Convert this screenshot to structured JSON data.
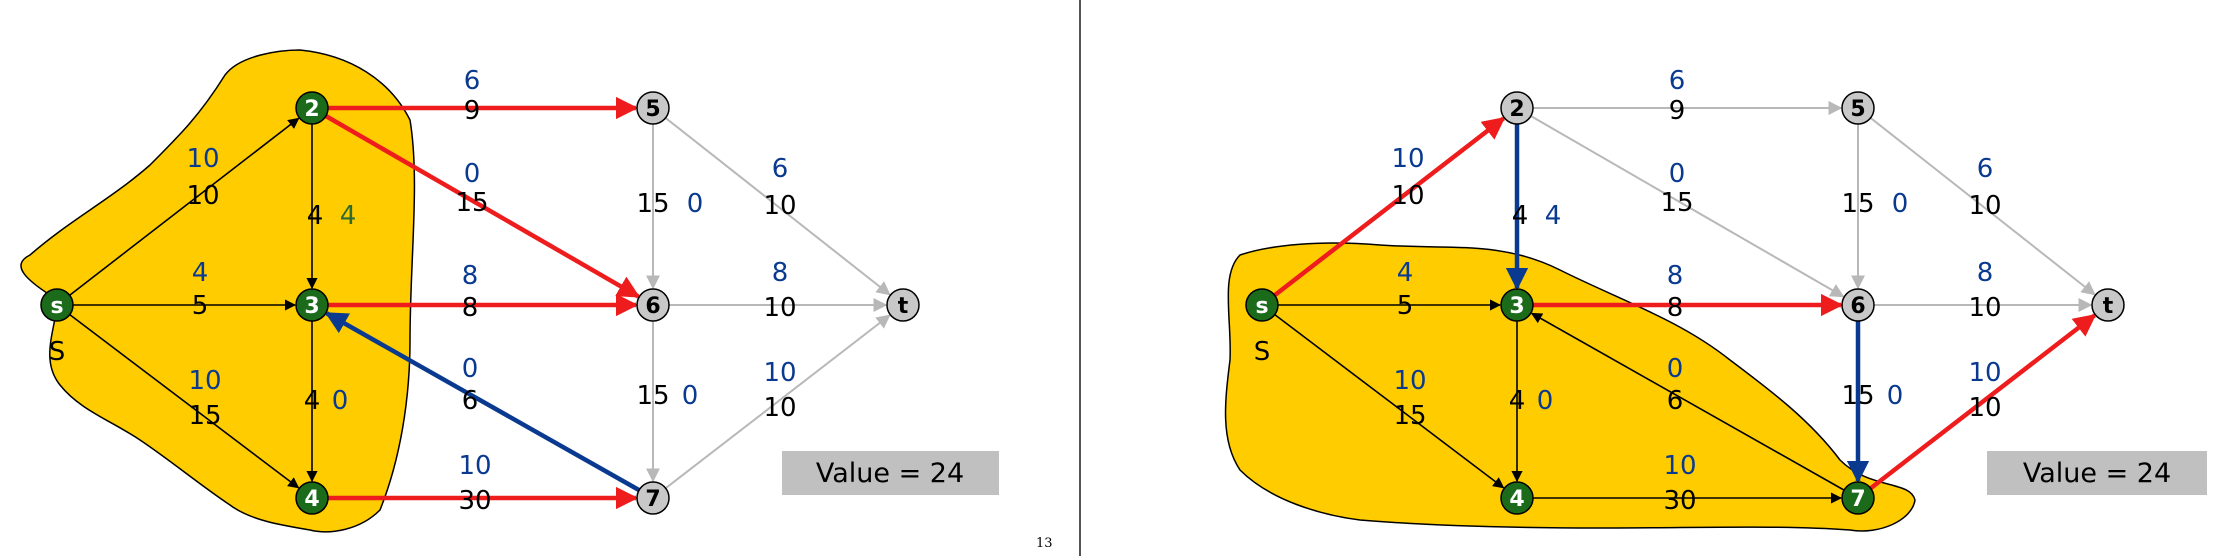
{
  "colors": {
    "cut_fill": "#FFCC00",
    "source_side_node": "#1B6B1B",
    "sink_side_node": "#C8C8C8",
    "forward_edge": "#EE1C1C",
    "backward_edge": "#0A3A8F",
    "grey_edge": "#B8B8B8",
    "black_edge": "#000000",
    "flow_text": "#0A3A8F",
    "flow_text_green": "#2E6B2E",
    "capacity_text": "#000000",
    "value_box": "#C0C0C0"
  },
  "page_number": "13",
  "panels": [
    {
      "id": "left",
      "value_label": "Value = 24",
      "source_caption": "S",
      "nodes": [
        {
          "id": "s",
          "label": "s",
          "side": "S"
        },
        {
          "id": "2",
          "label": "2",
          "side": "S"
        },
        {
          "id": "3",
          "label": "3",
          "side": "S"
        },
        {
          "id": "4",
          "label": "4",
          "side": "S"
        },
        {
          "id": "5",
          "label": "5",
          "side": "T"
        },
        {
          "id": "6",
          "label": "6",
          "side": "T"
        },
        {
          "id": "7",
          "label": "7",
          "side": "T"
        },
        {
          "id": "t",
          "label": "t",
          "side": "T"
        }
      ],
      "edges": [
        {
          "from": "s",
          "to": "2",
          "flow": "10",
          "cap": "10",
          "style": "black"
        },
        {
          "from": "s",
          "to": "3",
          "flow": "4",
          "cap": "5",
          "style": "black"
        },
        {
          "from": "s",
          "to": "4",
          "flow": "10",
          "cap": "15",
          "style": "black"
        },
        {
          "from": "2",
          "to": "3",
          "flow": "4",
          "cap": "4",
          "style": "black",
          "flow_color": "green"
        },
        {
          "from": "3",
          "to": "4",
          "flow": "0",
          "cap": "4",
          "style": "black"
        },
        {
          "from": "2",
          "to": "5",
          "flow": "6",
          "cap": "9",
          "style": "red"
        },
        {
          "from": "2",
          "to": "6",
          "flow": "0",
          "cap": "15",
          "style": "red"
        },
        {
          "from": "3",
          "to": "6",
          "flow": "8",
          "cap": "8",
          "style": "red"
        },
        {
          "from": "7",
          "to": "3",
          "flow": "0",
          "cap": "6",
          "style": "blue"
        },
        {
          "from": "4",
          "to": "7",
          "flow": "10",
          "cap": "30",
          "style": "red"
        },
        {
          "from": "5",
          "to": "6",
          "flow": "0",
          "cap": "15",
          "style": "grey"
        },
        {
          "from": "5",
          "to": "t",
          "flow": "6",
          "cap": "10",
          "style": "grey"
        },
        {
          "from": "6",
          "to": "t",
          "flow": "8",
          "cap": "10",
          "style": "grey"
        },
        {
          "from": "6",
          "to": "7",
          "flow": "0",
          "cap": "15",
          "style": "grey"
        },
        {
          "from": "7",
          "to": "t",
          "flow": "10",
          "cap": "10",
          "style": "grey"
        }
      ]
    },
    {
      "id": "right",
      "value_label": "Value = 24",
      "source_caption": "S",
      "nodes": [
        {
          "id": "s",
          "label": "s",
          "side": "S"
        },
        {
          "id": "2",
          "label": "2",
          "side": "T"
        },
        {
          "id": "3",
          "label": "3",
          "side": "S"
        },
        {
          "id": "4",
          "label": "4",
          "side": "S"
        },
        {
          "id": "5",
          "label": "5",
          "side": "T"
        },
        {
          "id": "6",
          "label": "6",
          "side": "T"
        },
        {
          "id": "7",
          "label": "7",
          "side": "S"
        },
        {
          "id": "t",
          "label": "t",
          "side": "T"
        }
      ],
      "edges": [
        {
          "from": "s",
          "to": "2",
          "flow": "10",
          "cap": "10",
          "style": "red"
        },
        {
          "from": "s",
          "to": "3",
          "flow": "4",
          "cap": "5",
          "style": "black"
        },
        {
          "from": "s",
          "to": "4",
          "flow": "10",
          "cap": "15",
          "style": "black"
        },
        {
          "from": "2",
          "to": "3",
          "flow": "4",
          "cap": "4",
          "style": "blue"
        },
        {
          "from": "3",
          "to": "4",
          "flow": "0",
          "cap": "4",
          "style": "black"
        },
        {
          "from": "2",
          "to": "5",
          "flow": "6",
          "cap": "9",
          "style": "grey"
        },
        {
          "from": "2",
          "to": "6",
          "flow": "0",
          "cap": "15",
          "style": "grey"
        },
        {
          "from": "3",
          "to": "6",
          "flow": "8",
          "cap": "8",
          "style": "red"
        },
        {
          "from": "7",
          "to": "3",
          "flow": "0",
          "cap": "6",
          "style": "black"
        },
        {
          "from": "4",
          "to": "7",
          "flow": "10",
          "cap": "30",
          "style": "black"
        },
        {
          "from": "5",
          "to": "6",
          "flow": "0",
          "cap": "15",
          "style": "grey"
        },
        {
          "from": "5",
          "to": "t",
          "flow": "6",
          "cap": "10",
          "style": "grey"
        },
        {
          "from": "6",
          "to": "t",
          "flow": "8",
          "cap": "10",
          "style": "grey"
        },
        {
          "from": "6",
          "to": "7",
          "flow": "0",
          "cap": "15",
          "style": "blue"
        },
        {
          "from": "7",
          "to": "t",
          "flow": "10",
          "cap": "10",
          "style": "red"
        }
      ]
    }
  ]
}
